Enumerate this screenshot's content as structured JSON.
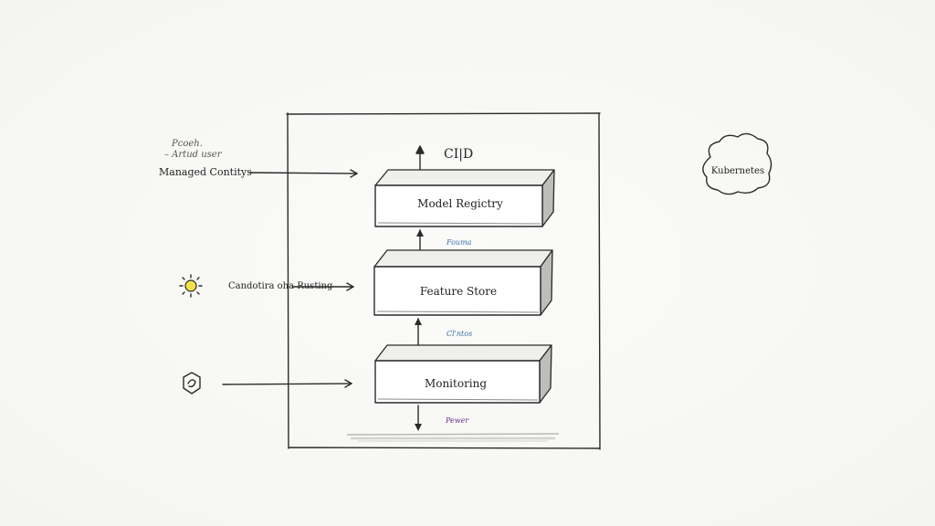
{
  "diagram": {
    "blocks": [
      {
        "label": "Model Regictry"
      },
      {
        "label": "Feature Store"
      },
      {
        "label": "Monitoring"
      }
    ],
    "notes": {
      "top_label": "CI|D",
      "note_between_1": "Fouma",
      "note_between_2": "Cl'ntos",
      "note_bottom": "Pewer"
    },
    "left": {
      "tiny_note_line1": "Pcoeh.",
      "tiny_note_line2": "– Artud user",
      "managed_label": "Managed Contitys",
      "middle_label": "Candotira oha Rusting"
    },
    "cloud": {
      "label": "Kubernetes"
    },
    "colors": {
      "top_label": "#d98a2b",
      "note_between_1": "#3a6fa8",
      "note_between_2": "#3a6fa8",
      "note_bottom": "#6a2a8a",
      "sun_fill": "#f2e24a"
    },
    "icons": {
      "sun": "sun-icon",
      "hexagon": "hexagon-icon",
      "cloud": "cloud-icon"
    }
  }
}
